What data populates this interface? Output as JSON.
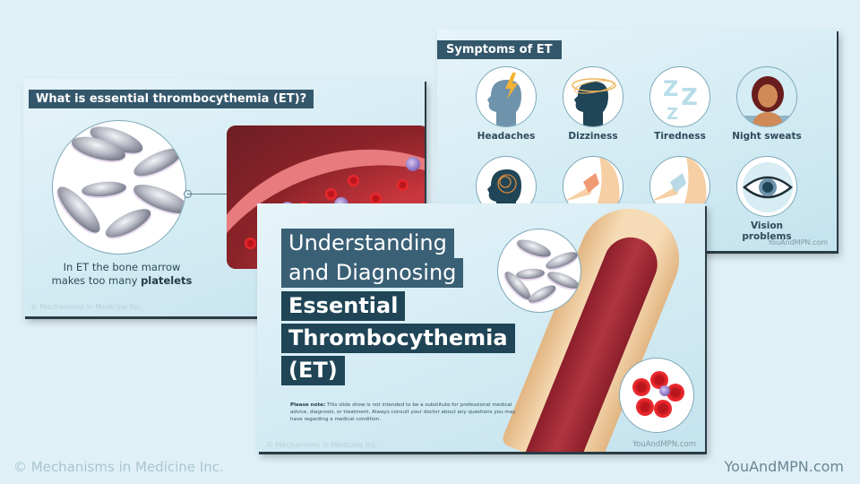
{
  "page": {
    "footer_left": "© Mechanisms in Medicine Inc.",
    "footer_right": "YouAndMPN.com",
    "background": "#dff1f7"
  },
  "slide_what_is": {
    "title": "What is essential thrombocythemia (ET)?",
    "caption_line1": "In ET the bone marrow",
    "caption_line2_prefix": "makes too many ",
    "caption_line2_bold": "platelets",
    "watermark": "© Mechanisms in Medicine Inc.",
    "illustrations": [
      "platelets-magnified-icon",
      "blood-vessel-cross-section-icon"
    ]
  },
  "slide_symptoms": {
    "title": "Symptoms of ET",
    "symptoms": [
      {
        "label": "Headaches",
        "icon": "head-lightning-icon"
      },
      {
        "label": "Dizziness",
        "icon": "head-dizzy-icon"
      },
      {
        "label": "Tiredness",
        "icon": "zzz-icon"
      },
      {
        "label": "Night sweats",
        "icon": "sweating-woman-icon"
      },
      {
        "label": "",
        "icon": "tangled-brain-icon"
      },
      {
        "label": "",
        "icon": "hand-foot-burning-icon"
      },
      {
        "label": "",
        "icon": "hand-foot-numbness-icon"
      },
      {
        "label": "Vision problems",
        "icon": "eye-icon"
      }
    ],
    "brand": "YouAndMPN.com"
  },
  "slide_cover": {
    "title_line1": "Understanding",
    "title_line2": "and Diagnosing",
    "title_line3": "Essential",
    "title_line4": "Thrombocythemia",
    "title_line5": "(ET)",
    "note_label": "Please note:",
    "note_text": " This slide show is not intended to be a substitute for professional medical advice, diagnosis, or treatment. Always consult your doctor about any questions you may have regarding a medical condition.",
    "watermark": "© Mechanisms in Medicine Inc.",
    "brand": "YouAndMPN.com",
    "illustrations": [
      "femur-bone-marrow-icon",
      "platelets-magnified-icon",
      "blood-clot-icon"
    ]
  }
}
